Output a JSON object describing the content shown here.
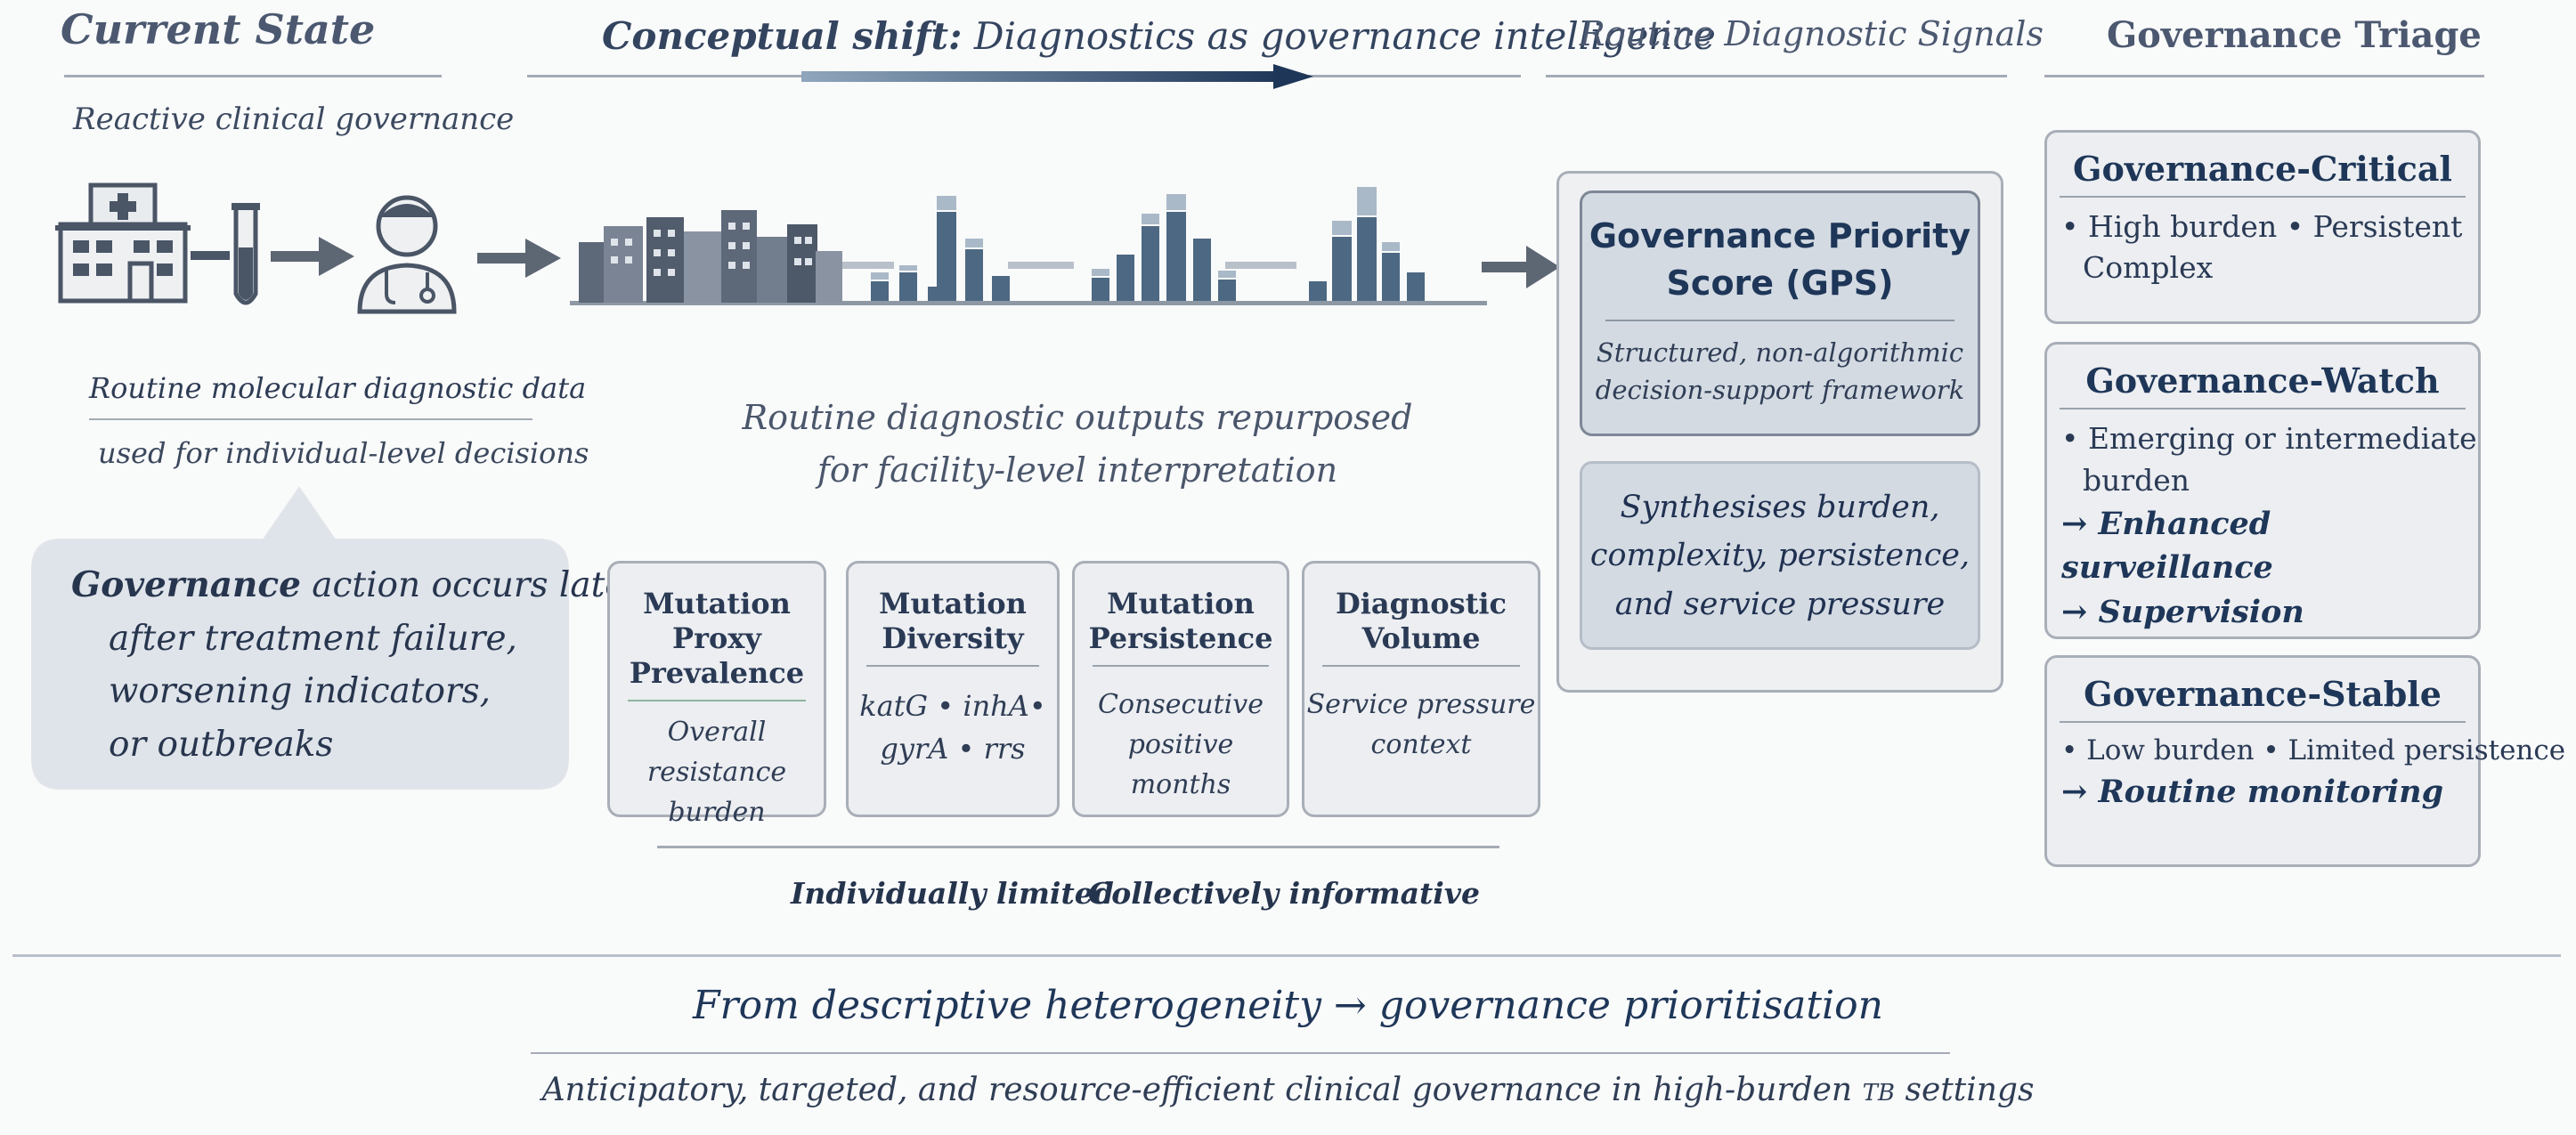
{
  "headers": {
    "current_state": "Current State",
    "shift_lead": "Conceptual shift:",
    "shift_rest": "Diagnostics as governance intelligence",
    "routine_signals": "Routine Diagnostic Signals",
    "triage": "Governance Triage"
  },
  "current_state": {
    "subtitle": "Reactive clinical governance",
    "data_line1": "Routine molecular diagnostic data",
    "data_line2": "used for individual-level decisions",
    "callout_lead": "Governance",
    "callout_rest": "action occurs late:",
    "callout_items": [
      "after treatment failure,",
      "worsening indicators,",
      "or outbreaks"
    ]
  },
  "repurposed": {
    "line1": "Routine diagnostic outputs repurposed",
    "line2": "for facility-level interpretation"
  },
  "signals": [
    {
      "title_lines": [
        "Mutation",
        "Proxy",
        "Prevalence"
      ],
      "body_lines": [
        "Overall",
        "resistance burden"
      ]
    },
    {
      "title_lines": [
        "Mutation",
        "Diversity"
      ],
      "body_lines": [
        "katG • inhA•",
        "gyrA • rrs"
      ]
    },
    {
      "title_lines": [
        "Mutation",
        "Persistence"
      ],
      "body_lines": [
        "Consecutive",
        "positive months"
      ]
    },
    {
      "title_lines": [
        "Diagnostic",
        "Volume"
      ],
      "body_lines": [
        "Service pressure",
        "context"
      ]
    }
  ],
  "signals_caption": {
    "left": "Individually limited",
    "right": "Collectively informative"
  },
  "gps": {
    "title_line1": "Governance Priority",
    "title_line2": "Score (GPS)",
    "desc_line1": "Structured, non-algorithmic",
    "desc_line2": "decision-support framework",
    "synth_lines": [
      "Synthesises burden,",
      "complexity, persistence,",
      "and service pressure"
    ]
  },
  "triage": [
    {
      "title": "Governance-Critical",
      "lines": [
        "• High burden • Persistent",
        "Complex"
      ]
    },
    {
      "title": "Governance-Watch",
      "lines": [
        "• Emerging or intermediate",
        "burden",
        "→ Enhanced surveillance",
        "→ Supervision"
      ]
    },
    {
      "title": "Governance-Stable",
      "lines": [
        "• Low burden • Limited persistence",
        "→ Routine monitoring"
      ]
    }
  ],
  "footer": {
    "line1": "From descriptive heterogeneity → governance prioritisation",
    "line2_main": "Anticipatory, targeted, and resource-efficient clinical governance in high-burden",
    "line2_tb": "TB",
    "line2_end": "settings"
  },
  "colors": {
    "navy": "#1e3658",
    "slate_bar": "#4d6882",
    "light_bar": "#a9b9c8",
    "box_fill": "#eceef1",
    "gps_fill": "#d3dae2",
    "arrow": "#5d6673"
  }
}
